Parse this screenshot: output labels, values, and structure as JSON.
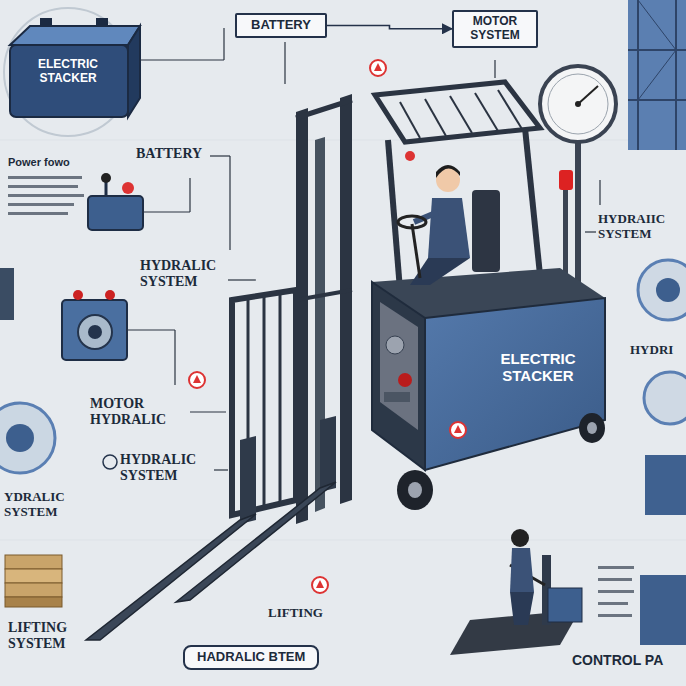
{
  "diagram": {
    "nodes": [
      {
        "text": [
          "BATTERY"
        ]
      },
      {
        "text": [
          "MOTOR SYSTEM"
        ]
      },
      {
        "text": [
          "HADRALIC BTEM"
        ]
      }
    ],
    "edges": [
      {
        "from": 0,
        "to": 1,
        "arrow": "to"
      }
    ],
    "labels": [
      "ELECTRIC STACKER",
      "Power fowo",
      "BATTERY",
      "HYDRALIC SYSTEM",
      "HYDRAIIC SYSTEM",
      "MOTOR HYDRALIC",
      "HYDRI",
      "ELECTRIC STACKER",
      "HYDRALIC SYSTEM",
      "YDRALIC SYSTEM",
      "LIFTING",
      "LIFTING SYSTEM",
      "CONTROL PA"
    ]
  }
}
